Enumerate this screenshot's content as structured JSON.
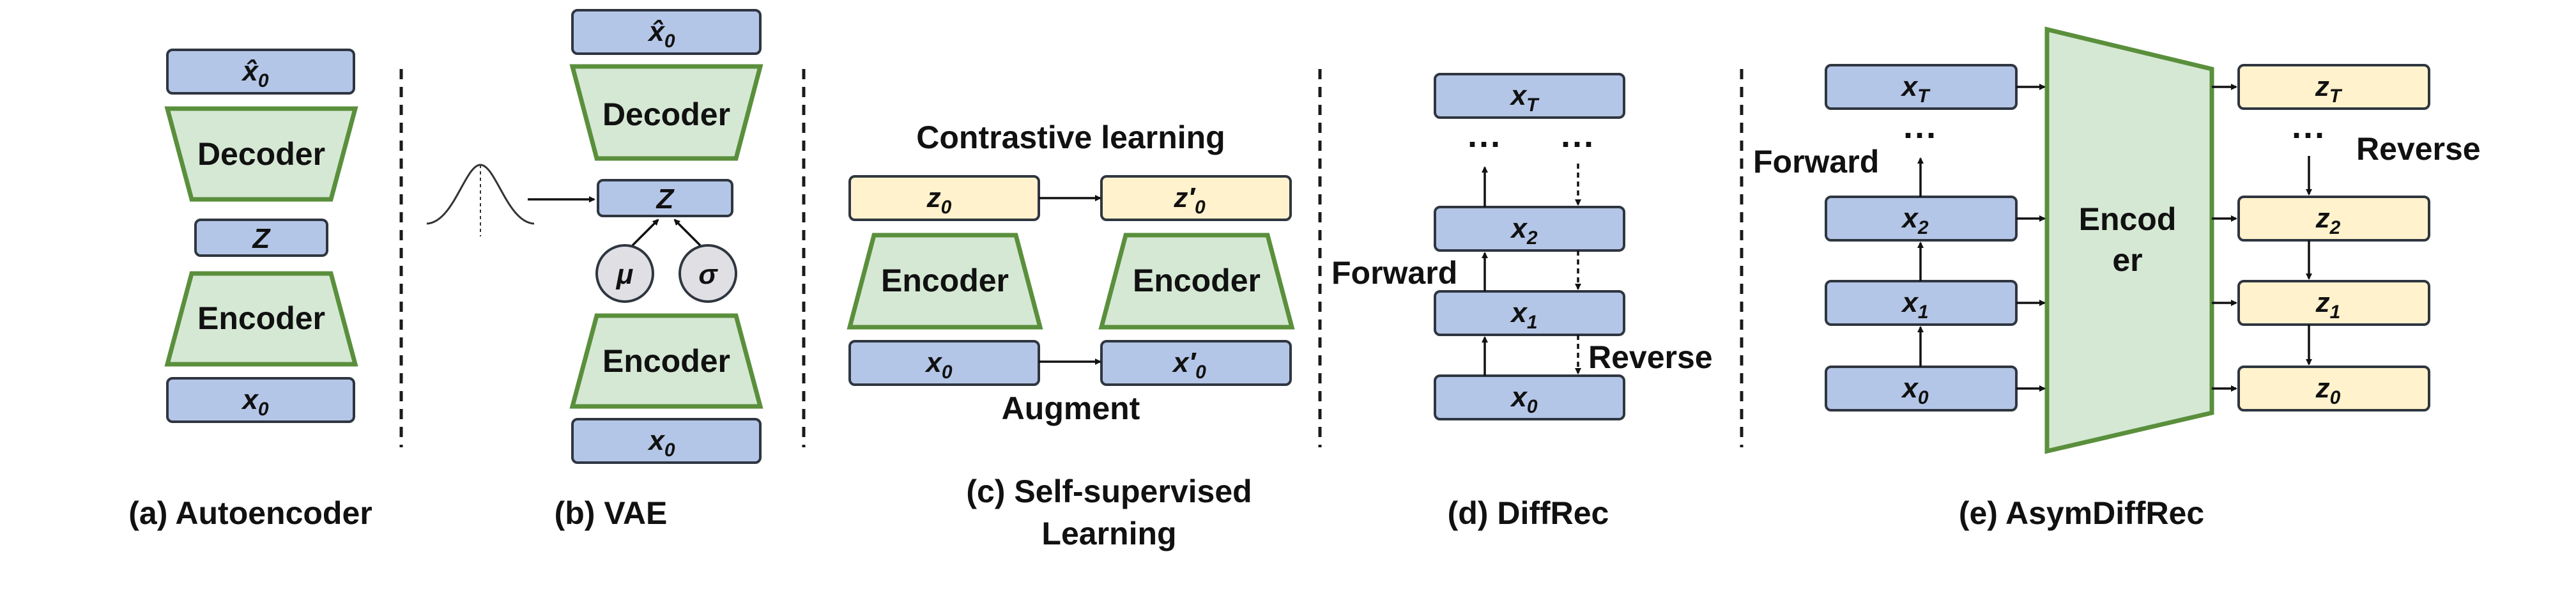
{
  "panels": {
    "a": {
      "caption": "(a) Autoencoder",
      "decoder": "Decoder",
      "encoder": "Encoder",
      "x_hat": "x̂",
      "x_hat_sub": "0",
      "z": "Z",
      "x0": "x",
      "x0_sub": "0"
    },
    "b": {
      "caption": "(b) VAE",
      "decoder": "Decoder",
      "encoder": "Encoder",
      "x_hat": "x̂",
      "x_hat_sub": "0",
      "z": "Z",
      "mu": "μ",
      "sigma": "σ",
      "x0": "x",
      "x0_sub": "0"
    },
    "c": {
      "caption_line1": "(c) Self-supervised",
      "caption_line2": "Learning",
      "title": "Contrastive learning",
      "augment": "Augment",
      "encoder": "Encoder",
      "z0": "z",
      "z0_sub": "0",
      "zp0": "z′",
      "zp0_sub": "0",
      "x0": "x",
      "x0_sub": "0",
      "xp0": "x′",
      "xp0_sub": "0"
    },
    "d": {
      "caption": "(d) DiffRec",
      "forward": "Forward",
      "reverse": "Reverse",
      "dots": "···",
      "xT": "x",
      "xT_sub": "T",
      "x2": "x",
      "x2_sub": "2",
      "x1": "x",
      "x1_sub": "1",
      "x0": "x",
      "x0_sub": "0"
    },
    "e": {
      "caption": "(e) AsymDiffRec",
      "forward": "Forward",
      "reverse": "Reverse",
      "dots": "···",
      "encoder_line1": "Encod",
      "encoder_line2": "er",
      "xT": "x",
      "xT_sub": "T",
      "x2": "x",
      "x2_sub": "2",
      "x1": "x",
      "x1_sub": "1",
      "x0": "x",
      "x0_sub": "0",
      "zT": "z",
      "zT_sub": "T",
      "z2": "z",
      "z2_sub": "2",
      "z1": "z",
      "z1_sub": "1",
      "z0": "z",
      "z0_sub": "0"
    }
  },
  "colors": {
    "vector_box": "#b4c6e7",
    "latent_box": "#fff2cc",
    "network": "#d5e8d4",
    "network_border": "#5a8f3c"
  }
}
